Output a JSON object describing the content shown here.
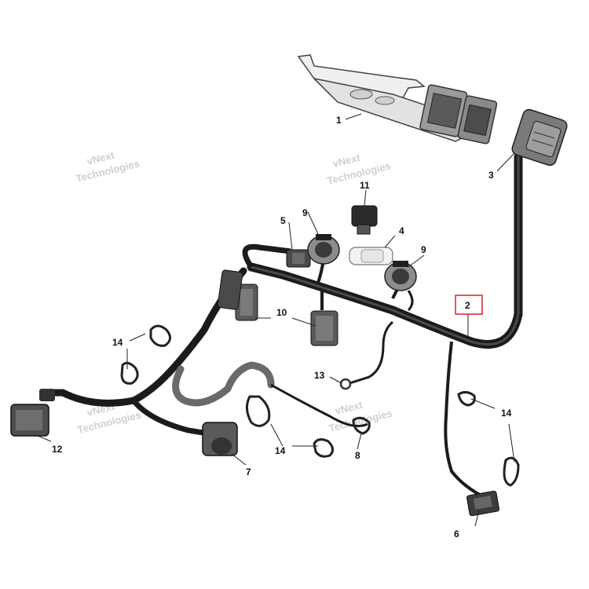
{
  "watermark": {
    "line1": "vNext",
    "line2": "Technologies",
    "small": "vNext Technologies"
  },
  "callouts": {
    "c1": "1",
    "c2": "2",
    "c3": "3",
    "c4": "4",
    "c5": "5",
    "c6": "6",
    "c7": "7",
    "c8": "8",
    "c9a": "9",
    "c9b": "9",
    "c10": "10",
    "c11": "11",
    "c12": "12",
    "c13": "13",
    "c14a": "14",
    "c14b": "14",
    "c14c": "14"
  },
  "highlight": {
    "color": "#d2202e",
    "callout": "2"
  }
}
